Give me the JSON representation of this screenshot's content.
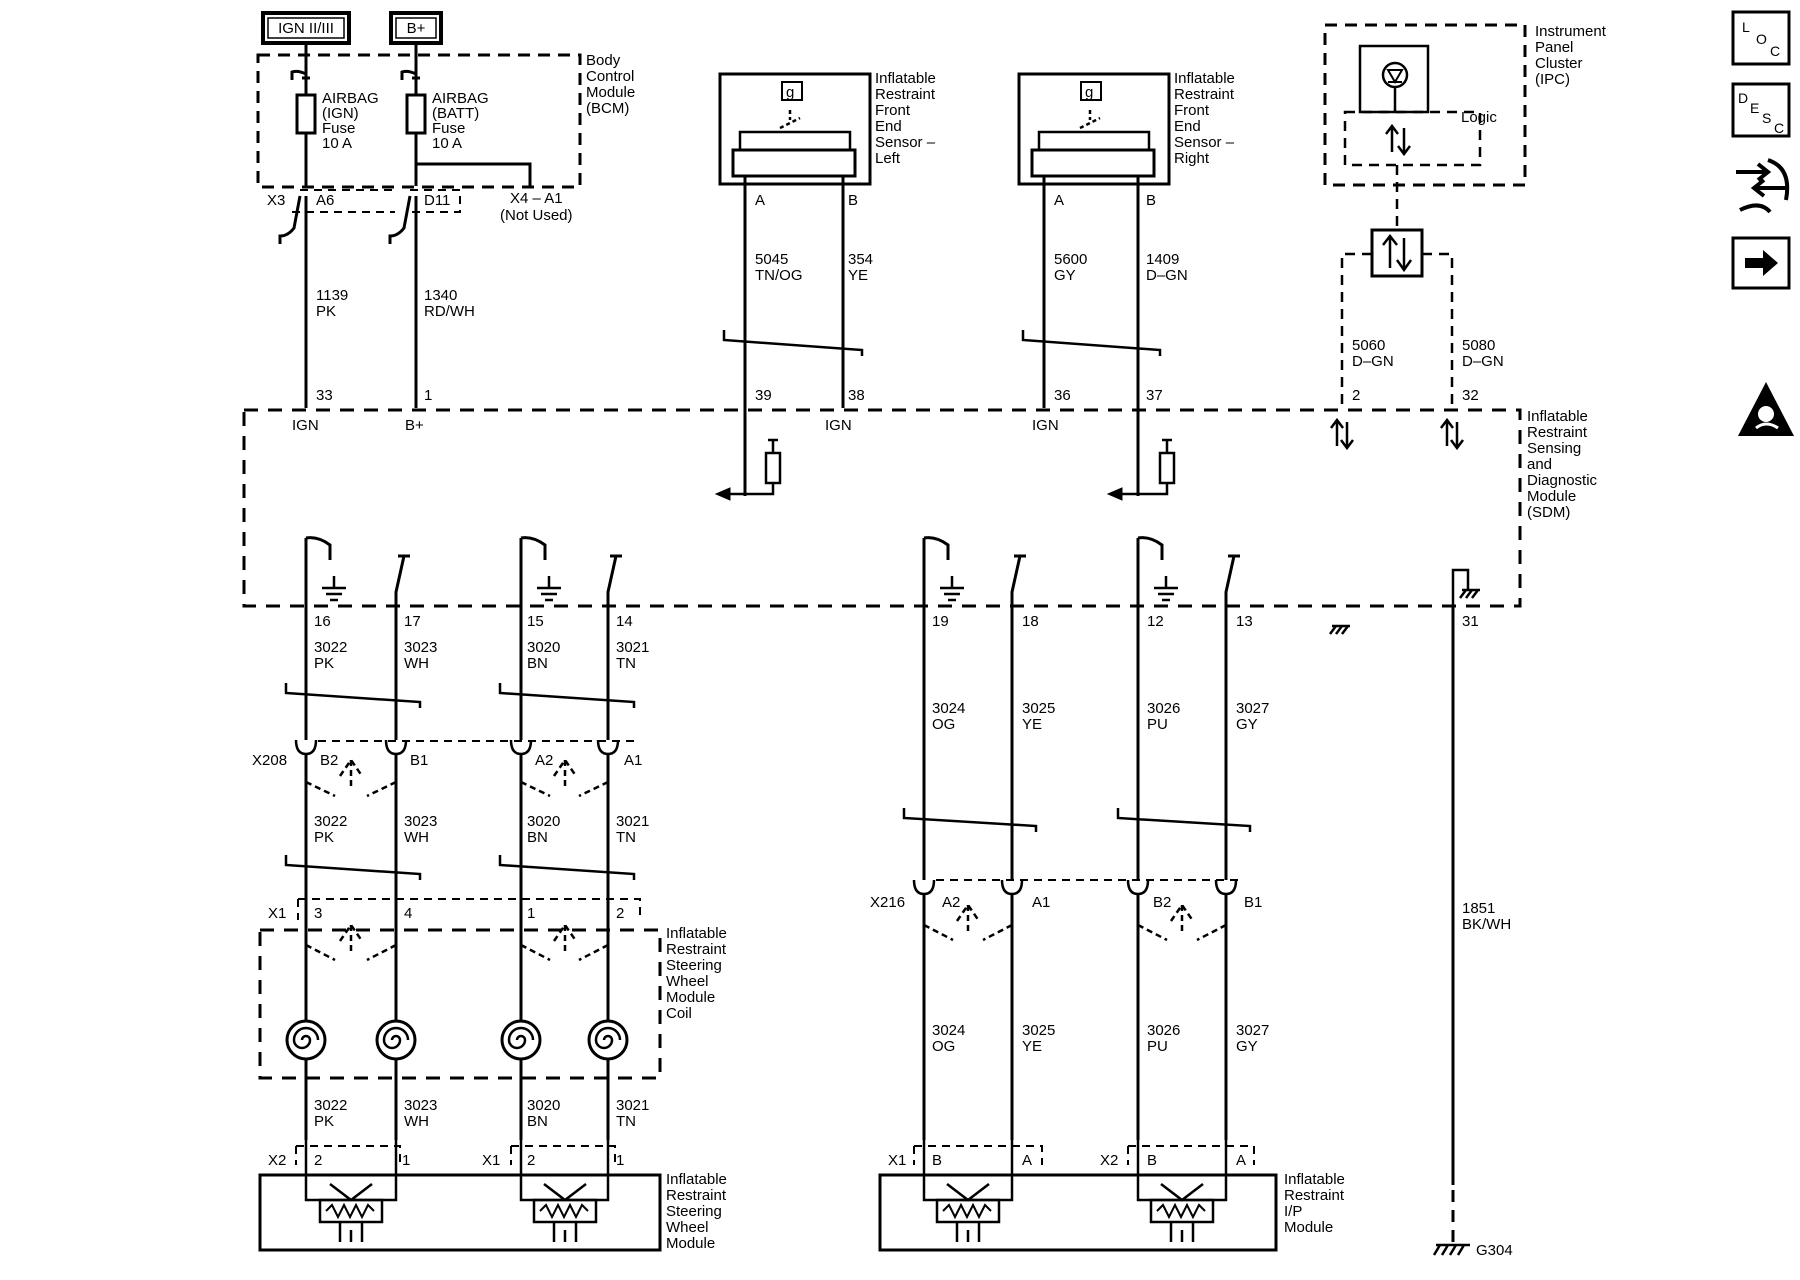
{
  "power_sources": {
    "ign": "IGN II/III",
    "batt": "B+"
  },
  "bcm": {
    "lines": [
      "Body",
      "Control",
      "Module",
      "(BCM)"
    ],
    "fuse_ign": [
      "AIRBAG",
      "(IGN)",
      "Fuse",
      "10 A"
    ],
    "fuse_batt": [
      "AIRBAG",
      "(BATT)",
      "Fuse",
      "10 A"
    ],
    "x3": "X3",
    "a6": "A6",
    "d11": "D11",
    "x4": "X4 – A1",
    "not_used": "(Not Used)"
  },
  "ipc": {
    "lines": [
      "Instrument",
      "Panel",
      "Cluster",
      "(IPC)"
    ],
    "logic": "Logic"
  },
  "sensor_left": {
    "lines": [
      "Inflatable",
      "Restraint",
      "Front",
      "End",
      "Sensor –",
      "Left"
    ],
    "pin_a": "A",
    "pin_b": "B",
    "g": "g"
  },
  "sensor_right": {
    "lines": [
      "Inflatable",
      "Restraint",
      "Front",
      "End",
      "Sensor –",
      "Right"
    ],
    "pin_a": "A",
    "pin_b": "B",
    "g": "g"
  },
  "wires": {
    "w1139": [
      "1139",
      "PK"
    ],
    "w1340": [
      "1340",
      "RD/WH"
    ],
    "w5045": [
      "5045",
      "TN/OG"
    ],
    "w354": [
      "354",
      "YE"
    ],
    "w5600": [
      "5600",
      "GY"
    ],
    "w1409": [
      "1409",
      "D–GN"
    ],
    "w5060": [
      "5060",
      "D–GN"
    ],
    "w5080": [
      "5080",
      "D–GN"
    ],
    "w3022": [
      "3022",
      "PK"
    ],
    "w3023": [
      "3023",
      "WH"
    ],
    "w3020": [
      "3020",
      "BN"
    ],
    "w3021": [
      "3021",
      "TN"
    ],
    "w3024": [
      "3024",
      "OG"
    ],
    "w3025": [
      "3025",
      "YE"
    ],
    "w3026": [
      "3026",
      "PU"
    ],
    "w3027": [
      "3027",
      "GY"
    ],
    "w1851": [
      "1851",
      "BK/WH"
    ]
  },
  "sdm": {
    "lines": [
      "Inflatable",
      "Restraint",
      "Sensing",
      "and",
      "Diagnostic",
      "Module",
      "(SDM)"
    ],
    "top_pins": [
      "33",
      "1",
      "39",
      "38",
      "36",
      "37",
      "2",
      "32"
    ],
    "top_labels": {
      "ign1": "IGN",
      "batt": "B+",
      "ign2": "IGN",
      "ign3": "IGN"
    },
    "bottom_pins": [
      "16",
      "17",
      "15",
      "14",
      "19",
      "18",
      "12",
      "13",
      "31"
    ]
  },
  "x208": {
    "name": "X208",
    "pins": [
      "B2",
      "B1",
      "A2",
      "A1"
    ]
  },
  "x216": {
    "name": "X216",
    "pins": [
      "A2",
      "A1",
      "B2",
      "B1"
    ]
  },
  "coil": {
    "lines": [
      "Inflatable",
      "Restraint",
      "Steering",
      "Wheel",
      "Module",
      "Coil"
    ],
    "x1": "X1",
    "pins": [
      "3",
      "4",
      "1",
      "2"
    ]
  },
  "sw_module": {
    "lines": [
      "Inflatable",
      "Restraint",
      "Steering",
      "Wheel",
      "Module"
    ],
    "x2": "X2",
    "x1": "X1",
    "pins": [
      "2",
      "1",
      "2",
      "1"
    ]
  },
  "ip_module": {
    "lines": [
      "Inflatable",
      "Restraint",
      "I/P",
      "Module"
    ],
    "x1": "X1",
    "x2": "X2",
    "pins": [
      "B",
      "A",
      "B",
      "A"
    ]
  },
  "ground": "G304",
  "side_icons": {
    "loc": [
      "L",
      "O",
      "C"
    ],
    "desc": [
      "D",
      "E",
      "S",
      "C"
    ]
  }
}
